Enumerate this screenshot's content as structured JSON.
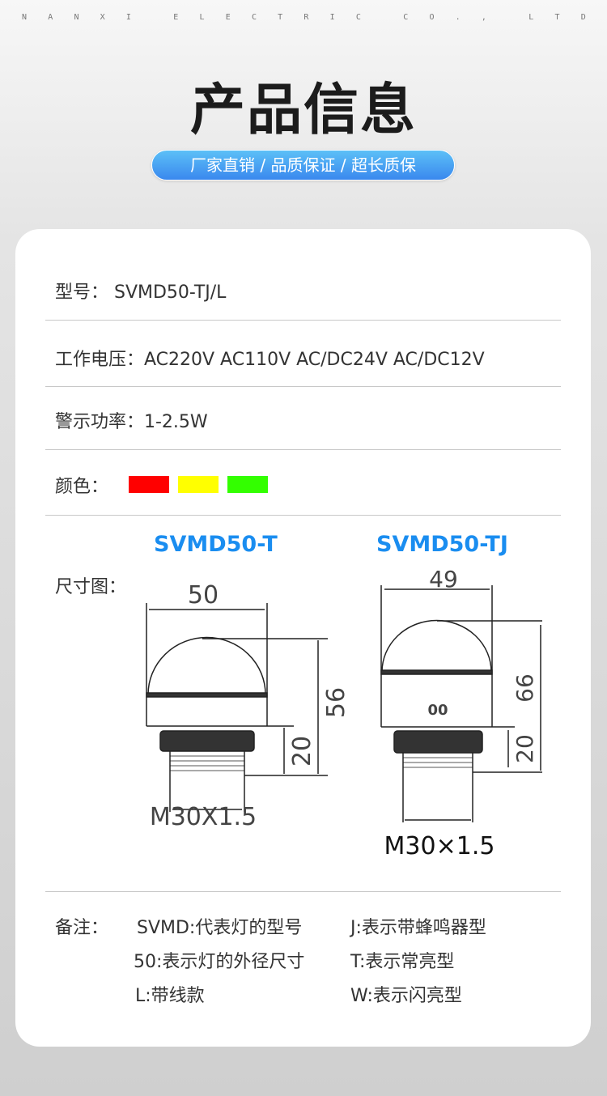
{
  "brand": {
    "letters": [
      "N",
      "A",
      "N",
      "X",
      "I",
      "",
      "E",
      "L",
      "E",
      "C",
      "T",
      "R",
      "I",
      "C",
      "",
      "C",
      "O",
      ".",
      ",",
      "",
      "L",
      "T",
      "D"
    ]
  },
  "header": {
    "title": "产品信息",
    "tagline": "厂家直销 / 品质保证 / 超长质保"
  },
  "specs": {
    "model": "型号：  SVMD50-TJ/L",
    "voltage": "工作电压：AC220V  AC110V   AC/DC24V   AC/DC12V",
    "power": "警示功率：1-2.5W",
    "color_label": "颜色：",
    "colors": [
      "#ff0000",
      "#ffff00",
      "#33ff00"
    ],
    "dimension_label": "尺寸图："
  },
  "drawings": {
    "left": {
      "model": "SVMD50-T",
      "width": "50",
      "height": "56",
      "base": "20",
      "thread": "M30X1.5"
    },
    "right": {
      "model": "SVMD50-TJ",
      "width": "49",
      "height": "66",
      "base": "20",
      "mark": "00",
      "thread": "M30×1.5"
    }
  },
  "notes": {
    "label": "备注：",
    "items": [
      "SVMD:代表灯的型号",
      "J:表示带蜂鸣器型",
      "50:表示灯的外径尺寸",
      "T:表示常亮型",
      "L:带线款",
      "W:表示闪亮型"
    ]
  }
}
